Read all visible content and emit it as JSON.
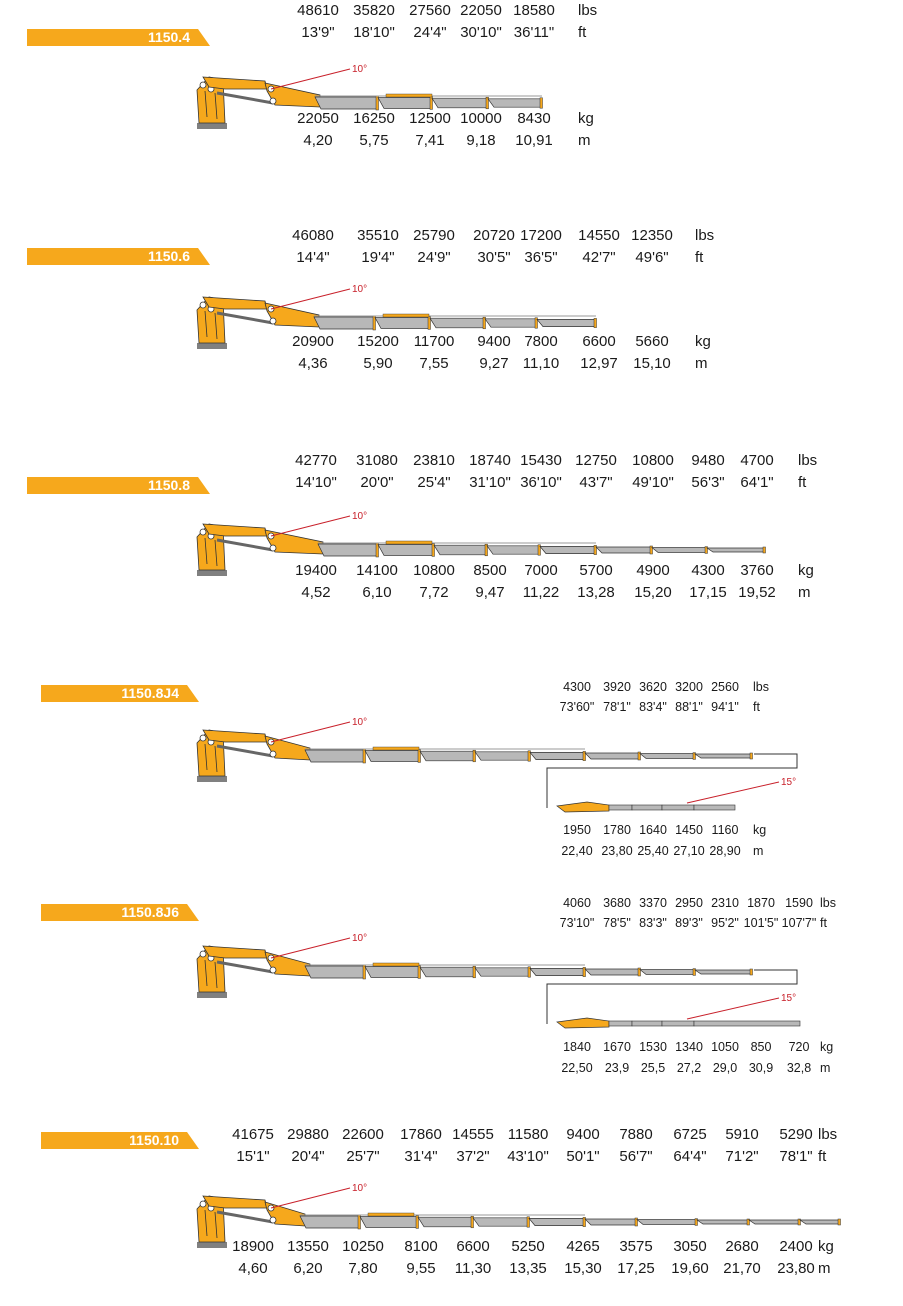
{
  "colors": {
    "tag": "#f6a81c",
    "boom": "#b8b8b8",
    "base": "#f6a81c",
    "angle_line": "#c8202a"
  },
  "models": [
    {
      "name": "1150.4",
      "angle": "10°",
      "lbs": [
        "48610",
        "35820",
        "27560",
        "22050",
        "18580"
      ],
      "ft": [
        "13'9\"",
        "18'10\"",
        "24'4\"",
        "30'10\"",
        "36'11\""
      ],
      "kg": [
        "22050",
        "16250",
        "12500",
        "10000",
        "8430"
      ],
      "m": [
        "4,20",
        "5,75",
        "7,41",
        "9,18",
        "10,91"
      ],
      "units": {
        "lbs": "lbs",
        "ft": "ft",
        "kg": "kg",
        "m": "m"
      }
    },
    {
      "name": "1150.6",
      "angle": "10°",
      "lbs": [
        "46080",
        "35510",
        "25790",
        "20720",
        "17200",
        "14550",
        "12350"
      ],
      "ft": [
        "14'4\"",
        "19'4\"",
        "24'9\"",
        "30'5\"",
        "36'5\"",
        "42'7\"",
        "49'6\""
      ],
      "kg": [
        "20900",
        "15200",
        "11700",
        "9400",
        "7800",
        "6600",
        "5660"
      ],
      "m": [
        "4,36",
        "5,90",
        "7,55",
        "9,27",
        "11,10",
        "12,97",
        "15,10"
      ],
      "units": {
        "lbs": "lbs",
        "ft": "ft",
        "kg": "kg",
        "m": "m"
      }
    },
    {
      "name": "1150.8",
      "angle": "10°",
      "lbs": [
        "42770",
        "31080",
        "23810",
        "18740",
        "15430",
        "12750",
        "10800",
        "9480",
        "4700"
      ],
      "ft": [
        "14'10\"",
        "20'0\"",
        "25'4\"",
        "31'10\"",
        "36'10\"",
        "43'7\"",
        "49'10\"",
        "56'3\"",
        "64'1\""
      ],
      "kg": [
        "19400",
        "14100",
        "10800",
        "8500",
        "7000",
        "5700",
        "4900",
        "4300",
        "3760"
      ],
      "m": [
        "4,52",
        "6,10",
        "7,72",
        "9,47",
        "11,22",
        "13,28",
        "15,20",
        "17,15",
        "19,52"
      ],
      "units": {
        "lbs": "lbs",
        "ft": "ft",
        "kg": "kg",
        "m": "m"
      }
    },
    {
      "name": "1150.8J4",
      "angle": "10°",
      "jib_angle": "15°",
      "lbs": [
        "4300",
        "3920",
        "3620",
        "3200",
        "2560"
      ],
      "ft": [
        "73'60\"",
        "78'1\"",
        "83'4\"",
        "88'1\"",
        "94'1\""
      ],
      "kg": [
        "1950",
        "1780",
        "1640",
        "1450",
        "1160"
      ],
      "m": [
        "22,40",
        "23,80",
        "25,40",
        "27,10",
        "28,90"
      ],
      "units": {
        "lbs": "lbs",
        "ft": "ft",
        "kg": "kg",
        "m": "m"
      }
    },
    {
      "name": "1150.8J6",
      "angle": "10°",
      "jib_angle": "15°",
      "lbs": [
        "4060",
        "3680",
        "3370",
        "2950",
        "2310",
        "1870",
        "1590"
      ],
      "ft": [
        "73'10\"",
        "78'5\"",
        "83'3\"",
        "89'3\"",
        "95'2\"",
        "101'5\"",
        "107'7\""
      ],
      "kg": [
        "1840",
        "1670",
        "1530",
        "1340",
        "1050",
        "850",
        "720"
      ],
      "m": [
        "22,50",
        "23,9",
        "25,5",
        "27,2",
        "29,0",
        "30,9",
        "32,8"
      ],
      "units": {
        "lbs": "lbs",
        "ft": "ft",
        "kg": "kg",
        "m": "m"
      }
    },
    {
      "name": "1150.10",
      "angle": "10°",
      "lbs": [
        "41675",
        "29880",
        "22600",
        "17860",
        "14555",
        "11580",
        "9400",
        "7880",
        "6725",
        "5910",
        "5290"
      ],
      "ft": [
        "15'1\"",
        "20'4\"",
        "25'7\"",
        "31'4\"",
        "37'2\"",
        "43'10\"",
        "50'1\"",
        "56'7\"",
        "64'4\"",
        "71'2\"",
        "78'1\""
      ],
      "kg": [
        "18900",
        "13550",
        "10250",
        "8100",
        "6600",
        "5250",
        "4265",
        "3575",
        "3050",
        "2680",
        "2400"
      ],
      "m": [
        "4,60",
        "6,20",
        "7,80",
        "9,55",
        "11,30",
        "13,35",
        "15,30",
        "17,25",
        "19,60",
        "21,70",
        "23,80"
      ],
      "units": {
        "lbs": "lbs",
        "ft": "ft",
        "kg": "kg",
        "m": "m"
      }
    }
  ]
}
